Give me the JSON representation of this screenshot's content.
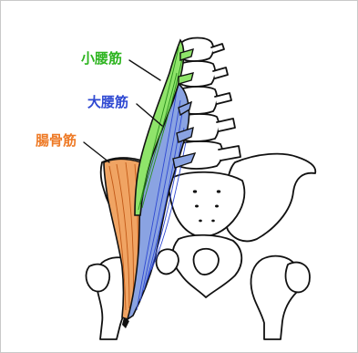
{
  "labels": {
    "psoas_minor": "小腰筋",
    "psoas_major": "大腰筋",
    "iliacus": "腸骨筋"
  },
  "colors": {
    "psoas_minor": "#2db41f",
    "psoas_major": "#2f49d2",
    "iliacus": "#ee7a26",
    "muscle_green_fill": "#8fe46a",
    "muscle_blue_fill": "#8aa3e2",
    "muscle_orange_fill": "#f0a463",
    "bone_outline": "#111111",
    "background": "#ffffff"
  }
}
